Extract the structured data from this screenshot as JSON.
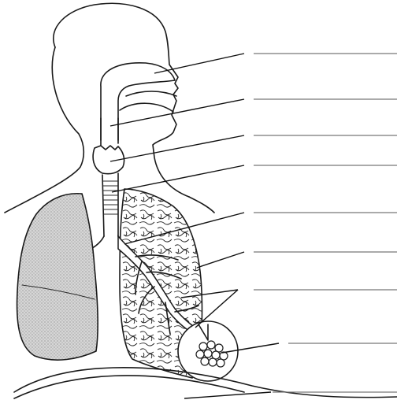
{
  "diagram": {
    "kind": "respiratory-system-labeling-worksheet",
    "structures": [
      "nasal-cavity",
      "pharynx",
      "larynx",
      "trachea",
      "bronchus",
      "lung",
      "bronchioles",
      "alveoli",
      "diaphragm"
    ],
    "label_count": 9,
    "colors": {
      "line": "#1a1a1a",
      "blank": "#777777",
      "lung_shade": "#c8c8c8",
      "background": "#ffffff"
    }
  }
}
